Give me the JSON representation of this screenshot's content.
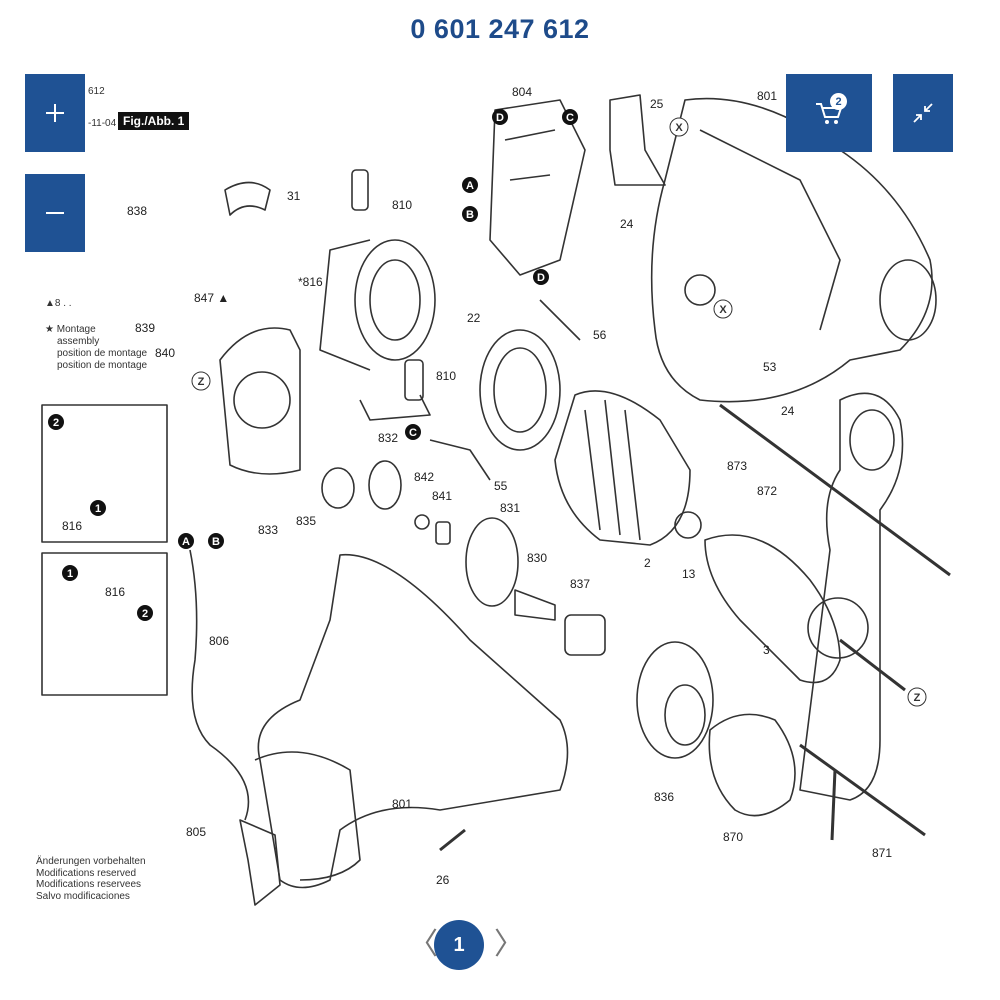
{
  "header": {
    "part_number": "0 601 247 612"
  },
  "controls": {
    "zoom_in_icon": "plus-icon",
    "zoom_out_icon": "minus-icon",
    "cart_icon": "cart-icon",
    "cart_count": "2",
    "collapse_icon": "collapse-arrows-icon"
  },
  "drawing": {
    "corner_frag_1": "612",
    "corner_frag_2": "-11-04",
    "figure_label": "Fig./Abb. 1",
    "legend_triangle": "▲8 . .",
    "legend_star_lines": [
      "Montage",
      "assembly",
      "position de montage",
      "position de montage"
    ],
    "modifications": [
      "Änderungen vorbehalten",
      "Modifications reserved",
      "Modifications reservees",
      "Salvo modificaciones"
    ],
    "callouts": [
      "804",
      "25",
      "801",
      "838",
      "31",
      "810",
      "816",
      "24",
      "847",
      "839",
      "840",
      "22",
      "56",
      "810",
      "53",
      "24",
      "832",
      "842",
      "841",
      "55",
      "831",
      "830",
      "837",
      "873",
      "872",
      "835",
      "833",
      "816",
      "2",
      "13",
      "3",
      "816",
      "806",
      "801",
      "805",
      "836",
      "870",
      "871",
      "26"
    ],
    "markers": [
      "A",
      "B",
      "C",
      "D",
      "X",
      "Z"
    ]
  },
  "pager": {
    "prev": "〈",
    "current": "1",
    "next": "〉"
  }
}
